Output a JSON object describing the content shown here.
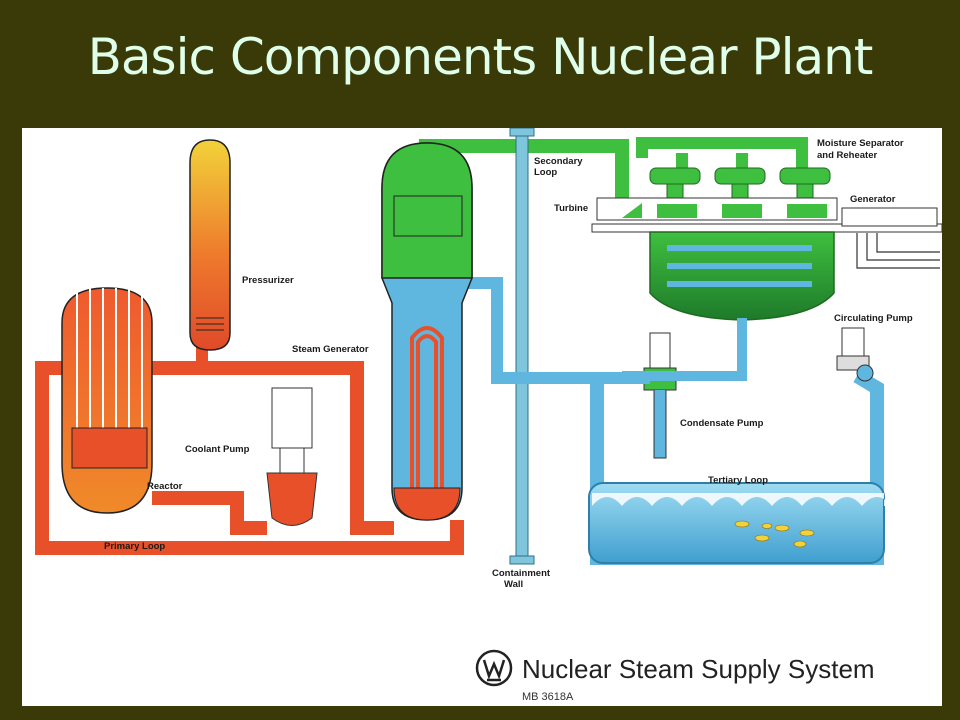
{
  "slide": {
    "title": "Basic Components Nuclear Plant"
  },
  "diagram": {
    "labels": {
      "secondary_loop": [
        "Secondary",
        "Loop"
      ],
      "moisture": [
        "Moisture Separator",
        "and Reheater"
      ],
      "turbine": "Turbine",
      "generator": "Generator",
      "pressurizer": "Pressurizer",
      "steam_generator": "Steam Generator",
      "circulating_pump": "Circulating Pump",
      "coolant_pump": "Coolant Pump",
      "reactor": "Reactor",
      "condensate_pump": "Condensate Pump",
      "tertiary_loop": "Tertiary Loop",
      "primary_loop": "Primary Loop",
      "containment_wall": [
        "Containment",
        "Wall"
      ]
    },
    "footer": {
      "title": "Nuclear Steam Supply System",
      "code": "MB 3618A"
    }
  },
  "colors": {
    "background": "#3a3a08",
    "title": "#dfffea",
    "primary": "#e8502a",
    "secondary": "#3fbf3f",
    "tertiary": "#5fb6de",
    "pressurizer_top": "#f2d23a"
  }
}
